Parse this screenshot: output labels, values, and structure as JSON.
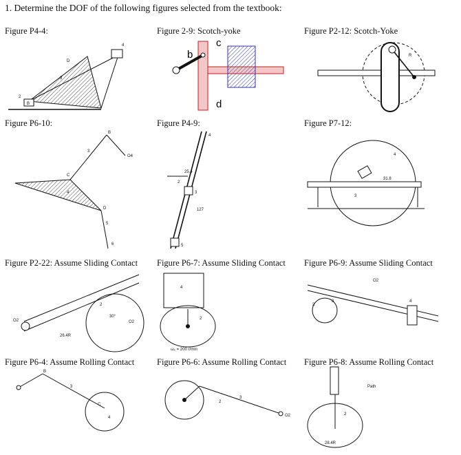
{
  "question": "1. Determine the DOF of the following figures selected from the textbook:",
  "figures": [
    {
      "caption": "Figure P4-4:",
      "labels": [
        "D",
        "3",
        "4",
        "2",
        "B"
      ]
    },
    {
      "caption": "Figure 2-9: Scotch-yoke",
      "labels": [
        "b",
        "c",
        "d"
      ]
    },
    {
      "caption": "Figure P2-12: Scotch-Yoke",
      "labels": [
        "R"
      ]
    },
    {
      "caption": "Figure P6-10:",
      "labels": [
        "B",
        "3",
        "C",
        "4",
        "O4",
        "D",
        "5",
        "6"
      ]
    },
    {
      "caption": "Figure P4-9:",
      "labels": [
        "25.4",
        "2",
        "3",
        "127",
        "4",
        "5"
      ]
    },
    {
      "caption": "Figure P7-12:",
      "labels": [
        "4",
        "31.8",
        "3"
      ]
    },
    {
      "caption": "Figure P2-22: Assume Sliding Contact",
      "labels": [
        "O2",
        "2",
        "30°",
        "O2",
        "26.4R"
      ]
    },
    {
      "caption": "Figure P6-7: Assume Sliding Contact",
      "labels": [
        "4",
        "2",
        "ω₂ = 200 r/min"
      ]
    },
    {
      "caption": "Figure P6-9: Assume Sliding Contact",
      "labels": [
        "4",
        "2",
        "3",
        "O2"
      ]
    },
    {
      "caption": "Figure P6-4: Assume Rolling Contact",
      "labels": [
        "B",
        "3",
        "C",
        "4"
      ]
    },
    {
      "caption": "Figure P6-6: Assume Rolling Contact",
      "labels": [
        "3",
        "2",
        "O2"
      ]
    },
    {
      "caption": "Figure P6-8: Assume Rolling Contact",
      "labels": [
        "Path",
        "2",
        "28.4R"
      ]
    }
  ]
}
